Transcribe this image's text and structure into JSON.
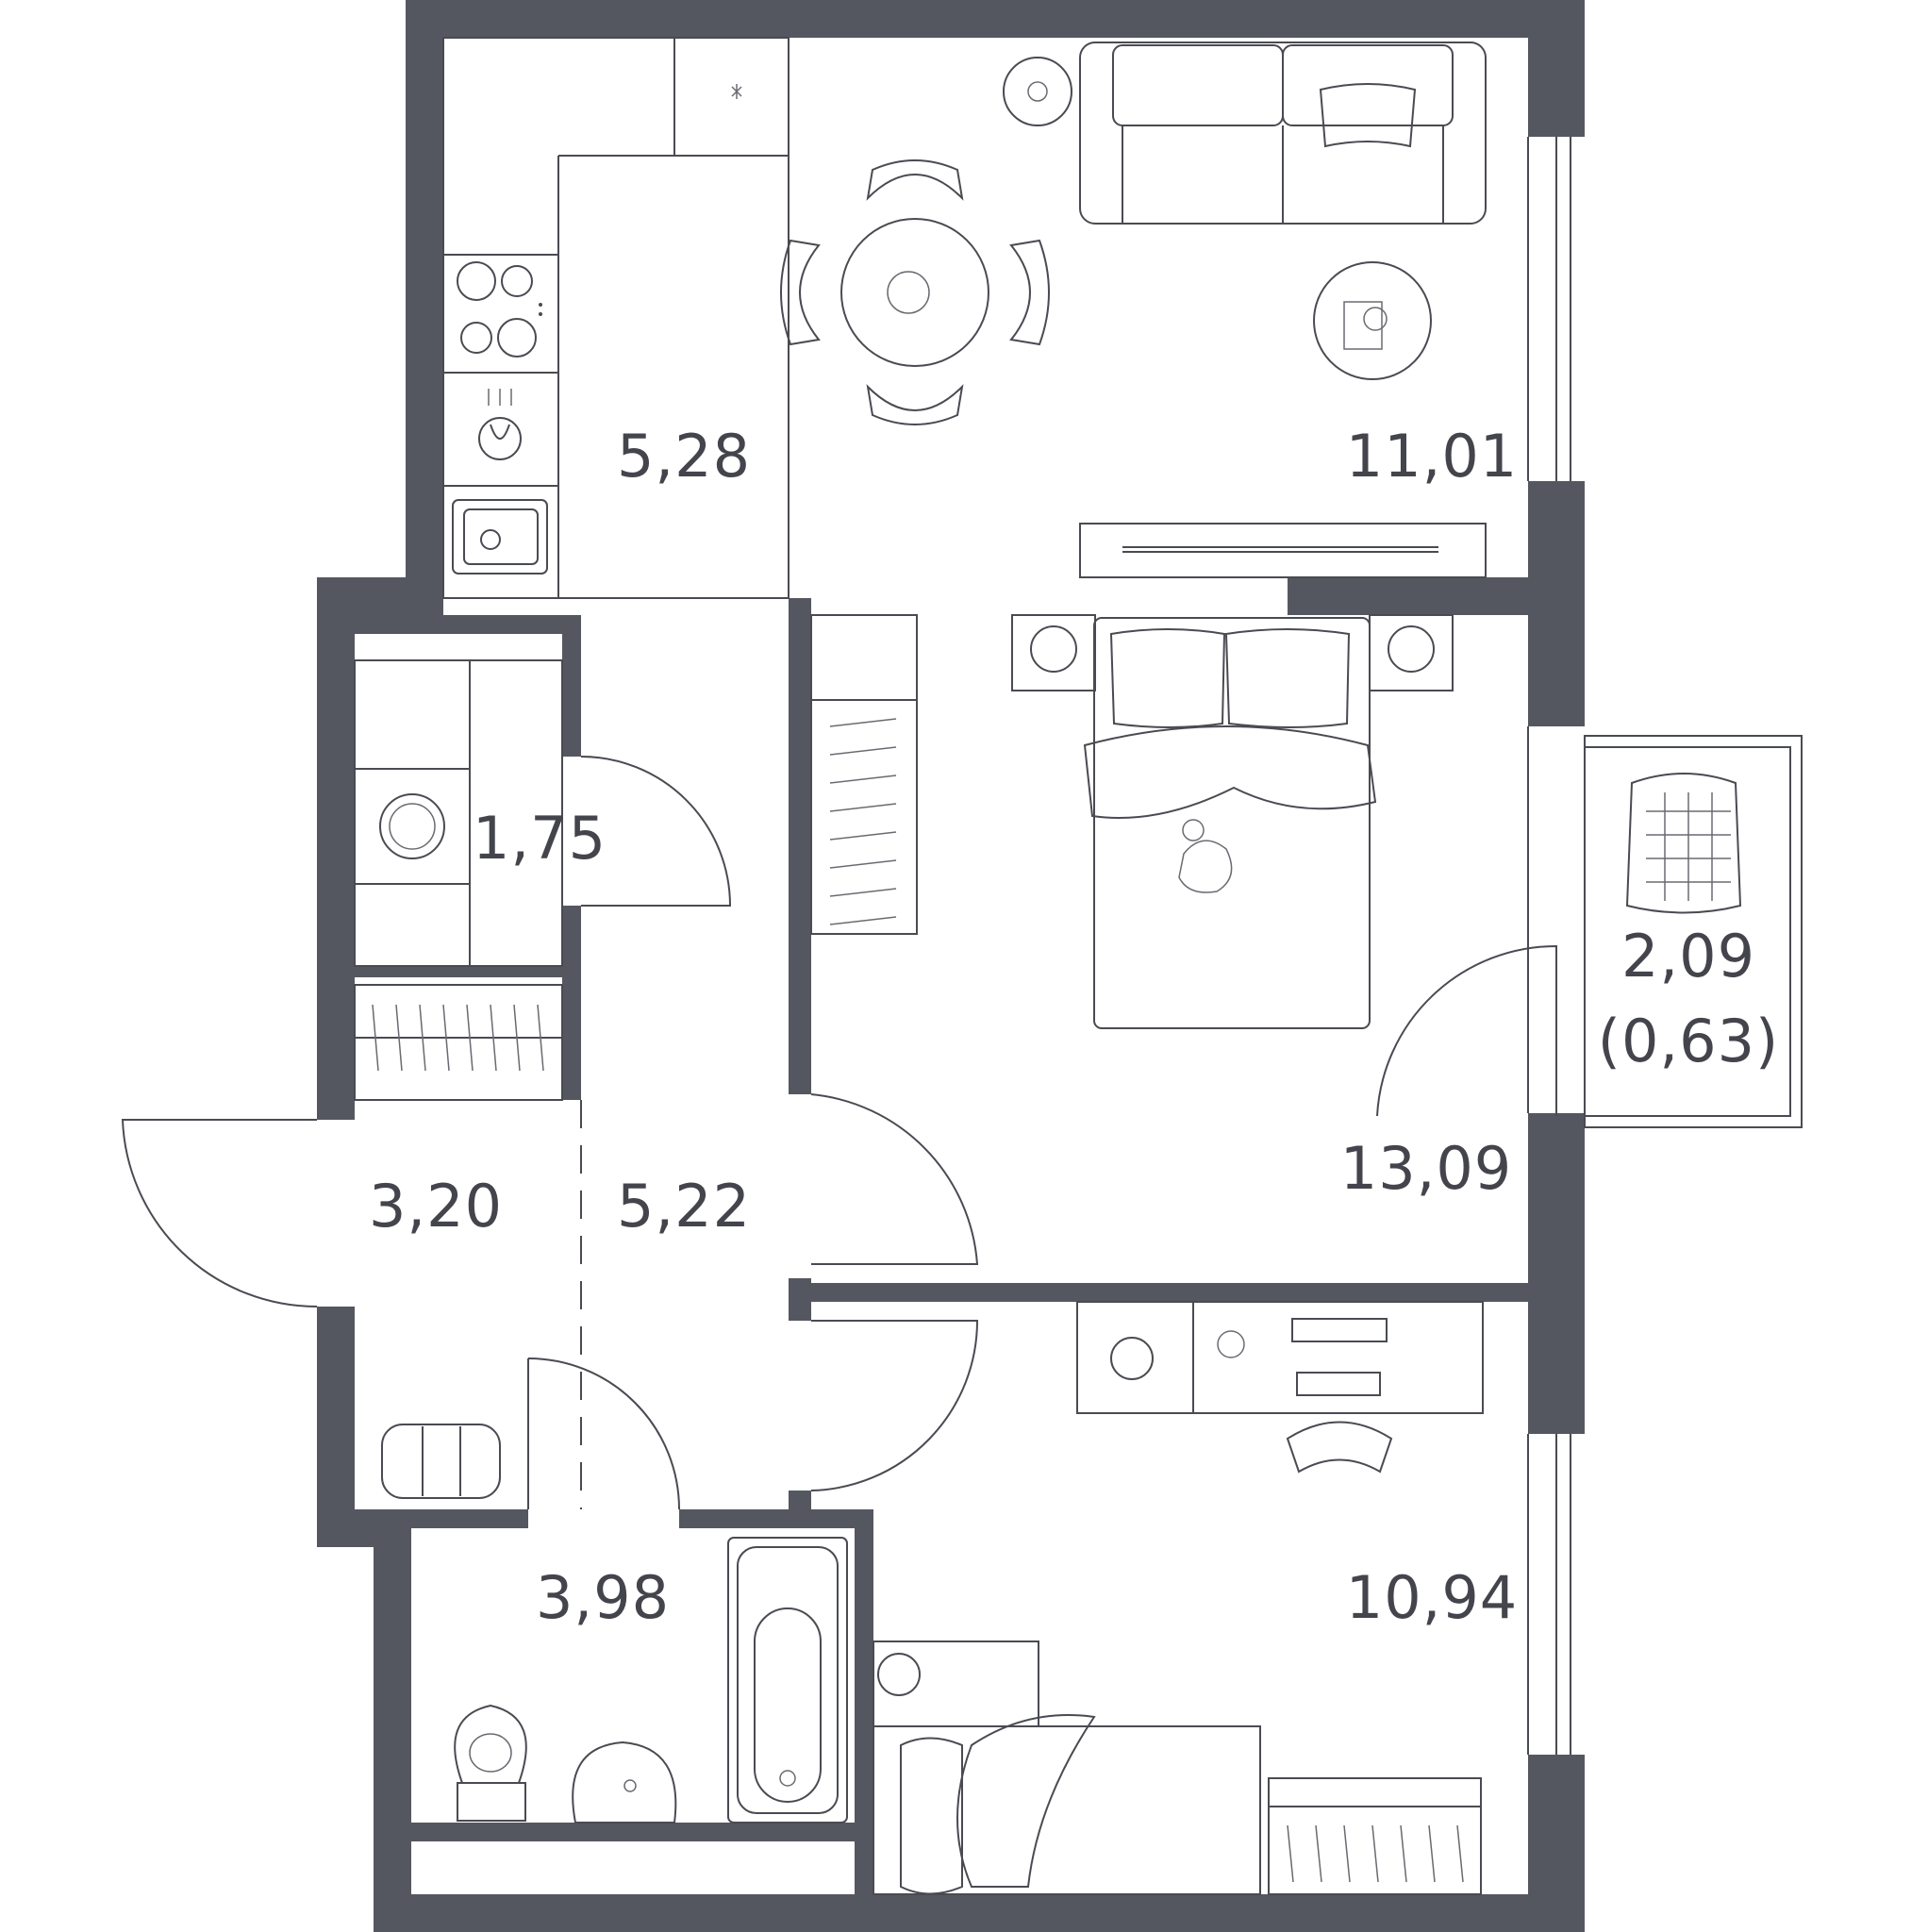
{
  "rooms": {
    "kitchen": {
      "area": "5,28"
    },
    "living_room": {
      "area": "11,01"
    },
    "storage": {
      "area": "1,75"
    },
    "bedroom": {
      "area": "13,09"
    },
    "balcony": {
      "area": "2,09",
      "reduced_area": "(0,63)"
    },
    "entrance": {
      "area": "3,20"
    },
    "hallway": {
      "area": "5,22"
    },
    "bathroom": {
      "area": "3,98"
    },
    "kids_room": {
      "area": "10,94"
    }
  },
  "colors": {
    "wall": "#555760",
    "line": "#4a4b52",
    "label": "#44454c",
    "background": "#ffffff"
  },
  "icons": [
    "fridge-icon",
    "stove-icon",
    "dishwasher-icon",
    "kitchen-sink-icon",
    "dining-table-icon",
    "chair-icon",
    "sofa-icon",
    "coffee-table-icon",
    "tv-stand-icon",
    "wardrobe-icon",
    "double-bed-icon",
    "nightstand-icon",
    "cat-icon",
    "washing-machine-icon",
    "basket-chair-icon",
    "shoe-rack-icon",
    "bathtub-icon",
    "toilet-icon",
    "washbasin-icon",
    "desk-icon",
    "office-chair-icon",
    "single-bed-icon",
    "ball-icon"
  ]
}
